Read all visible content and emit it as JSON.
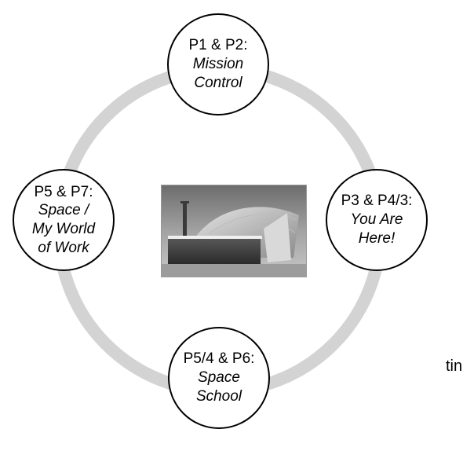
{
  "cycle": {
    "ring_color": "#d3d3d3",
    "nodes": [
      {
        "grade": "P1 & P2:",
        "topic": "Mission\nControl"
      },
      {
        "grade": "P3 & P4/3:",
        "topic": "You Are\nHere!"
      },
      {
        "grade": "P5/4 & P6:",
        "topic": "Space\nSchool"
      },
      {
        "grade": "P5 & P7:",
        "topic": "Space /\nMy World\nof Work"
      }
    ]
  },
  "partial_text": "ting"
}
